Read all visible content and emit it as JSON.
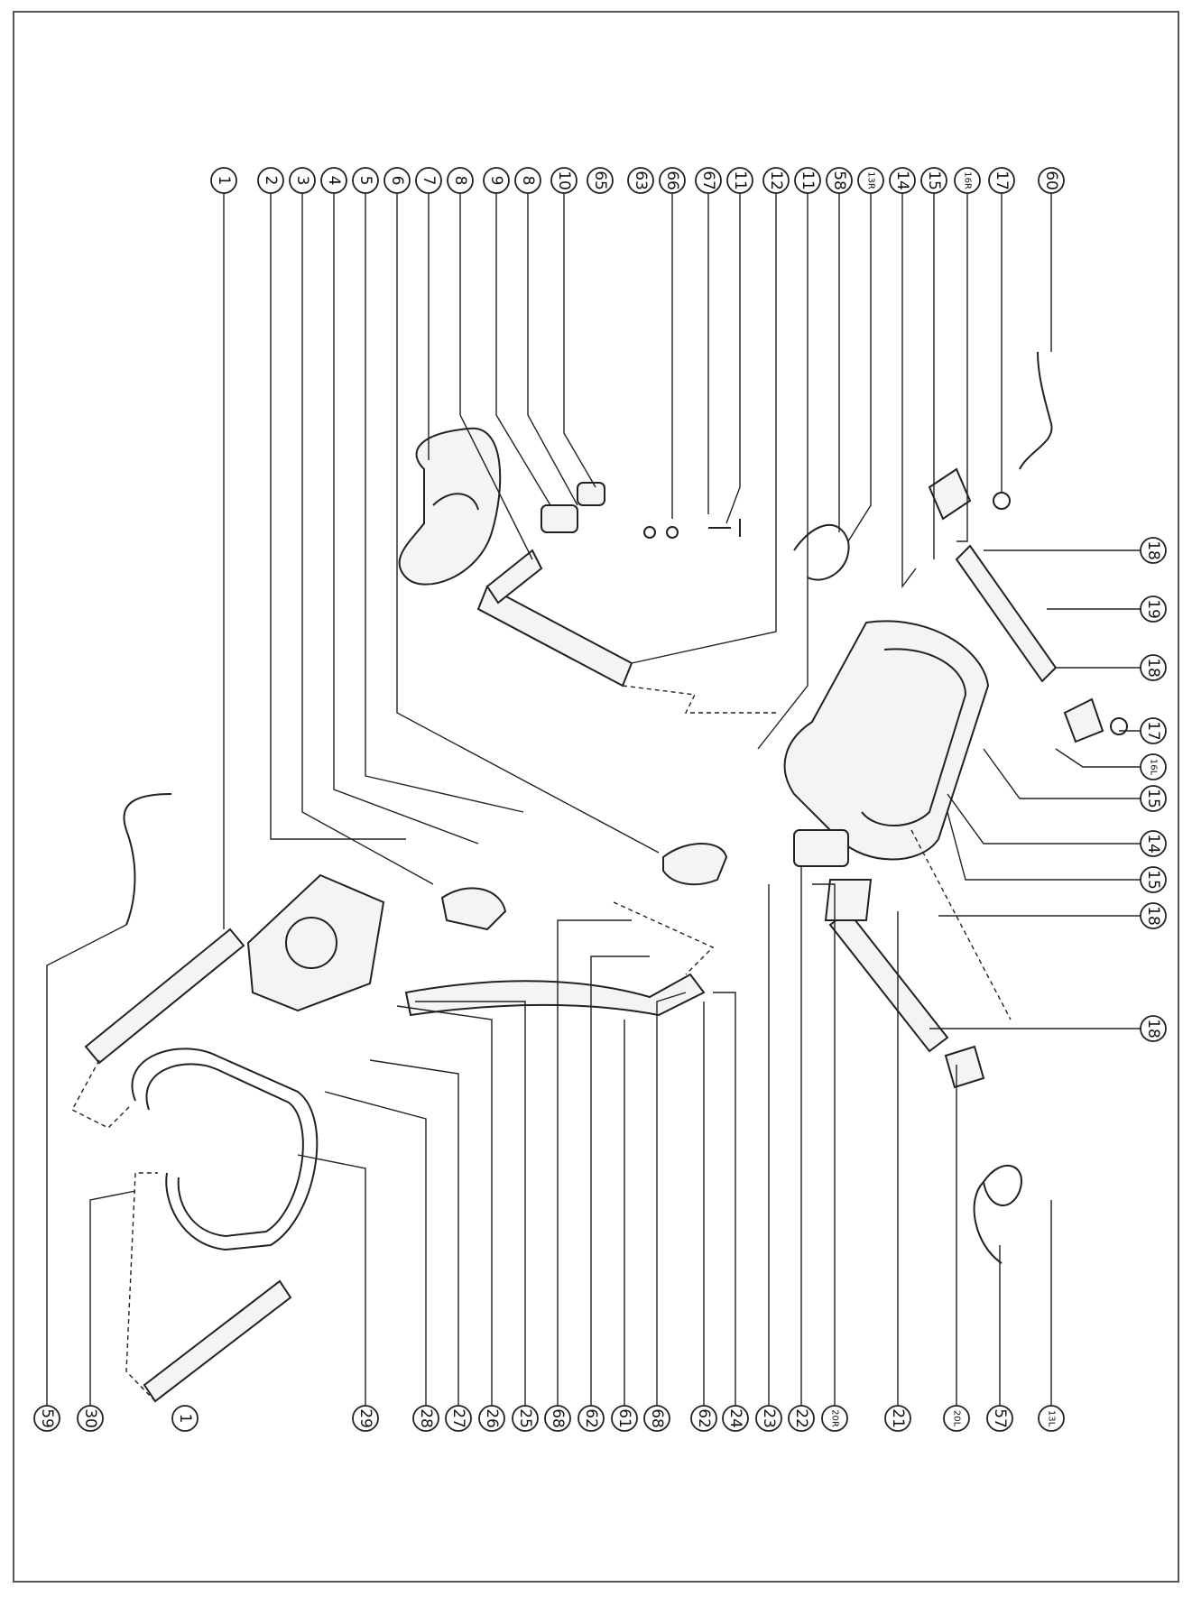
{
  "diagram": {
    "top_callouts": [
      "1",
      "2",
      "3",
      "4",
      "5",
      "6",
      "7",
      "8",
      "9",
      "8",
      "10",
      "65",
      "63",
      "66",
      "67",
      "11",
      "12",
      "11",
      "58",
      "13R",
      "14",
      "15",
      "16R",
      "17",
      "60"
    ],
    "right_callouts": [
      "18",
      "19",
      "18",
      "17",
      "16L",
      "15",
      "14",
      "15",
      "18",
      "18"
    ],
    "bottom_callouts": [
      "59",
      "30",
      "1",
      "29",
      "28",
      "27",
      "26",
      "25",
      "68",
      "62",
      "61",
      "68",
      "62",
      "24",
      "23",
      "22",
      "20R",
      "21",
      "20L",
      "57",
      "13L"
    ]
  }
}
